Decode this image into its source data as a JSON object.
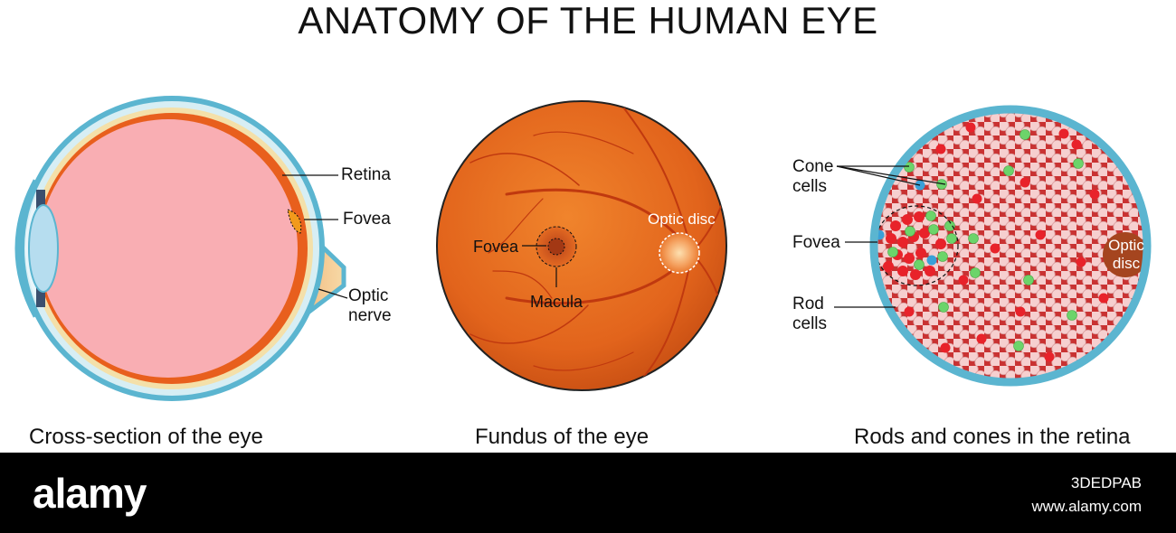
{
  "title": "ANATOMY OF THE HUMAN EYE",
  "panels": {
    "cross_section": {
      "caption": "Cross-section of the eye",
      "labels": {
        "retina": "Retina",
        "fovea": "Fovea",
        "optic_nerve": "Optic\nnerve"
      }
    },
    "fundus": {
      "caption": "Fundus of the eye",
      "labels": {
        "fovea": "Fovea",
        "macula": "Macula",
        "optic_disc": "Optic disc"
      }
    },
    "rods_cones": {
      "caption": "Rods and cones in the retina",
      "labels": {
        "cone_cells": "Cone\ncells",
        "fovea": "Fovea",
        "rod_cells": "Rod\ncells",
        "optic_disc": "Optic\ndisc"
      }
    }
  },
  "watermark": {
    "brand": "alamy",
    "image_id": "3DEDPAB",
    "site": "www.alamy.com"
  },
  "colors": {
    "sclera_blue": "#5bb5d0",
    "vitreous_pink": "#f9aeb3",
    "retina_orange": "#e85f1d",
    "fundus_orange": "#e46a1e",
    "rod_pink": "#f4c6c6",
    "cone_red": "#e8222a",
    "cone_green": "#6cd46a",
    "cone_blue": "#3aa0d8",
    "optic_disc_brown": "#a5451f"
  }
}
